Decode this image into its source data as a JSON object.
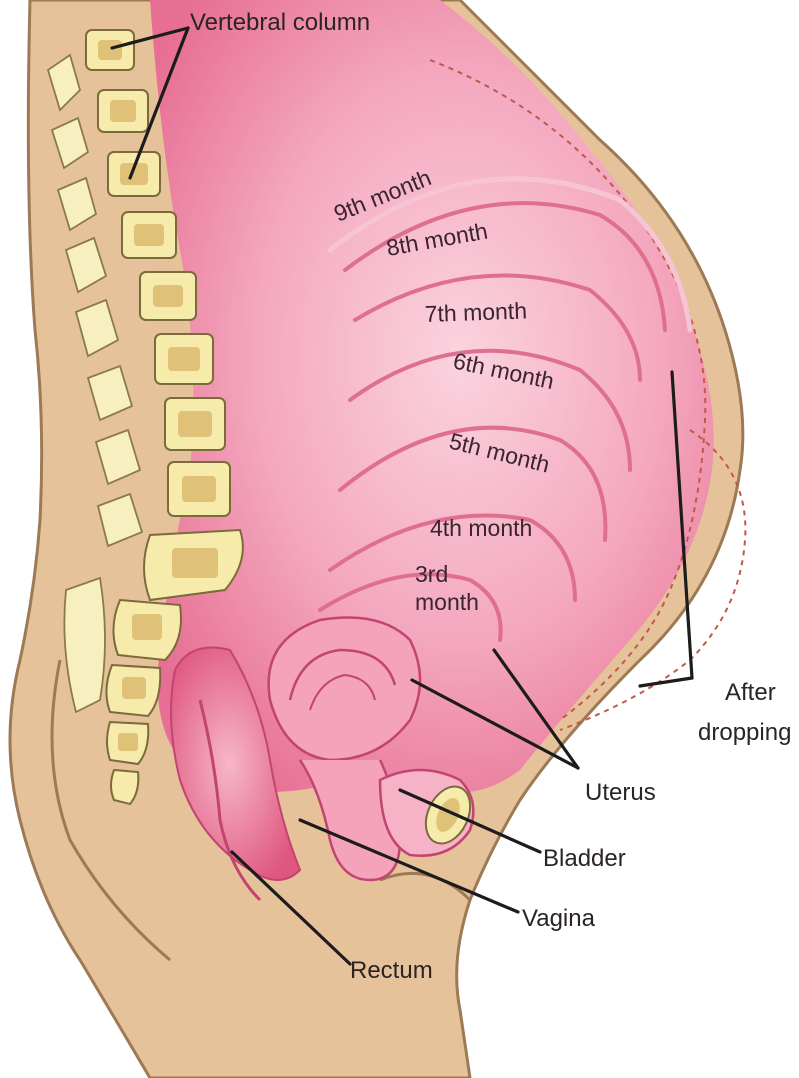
{
  "labels": {
    "vertebral_column": "Vertebral column",
    "after_dropping_line1": "After",
    "after_dropping_line2": "dropping",
    "uterus": "Uterus",
    "bladder": "Bladder",
    "vagina": "Vagina",
    "rectum": "Rectum"
  },
  "months": {
    "m9": "9th month",
    "m8": "8th month",
    "m7": "7th month",
    "m6": "6th month",
    "m5": "5th month",
    "m4": "4th month",
    "m3_line1": "3rd",
    "m3_line2": "month"
  },
  "colors": {
    "skin": "#e6c29a",
    "skin_outline": "#9c7a55",
    "uterus_pink": "#f09ab3",
    "uterus_deep": "#e05c84",
    "bone": "#f6ebaa",
    "leader": "#1c1c1c"
  }
}
